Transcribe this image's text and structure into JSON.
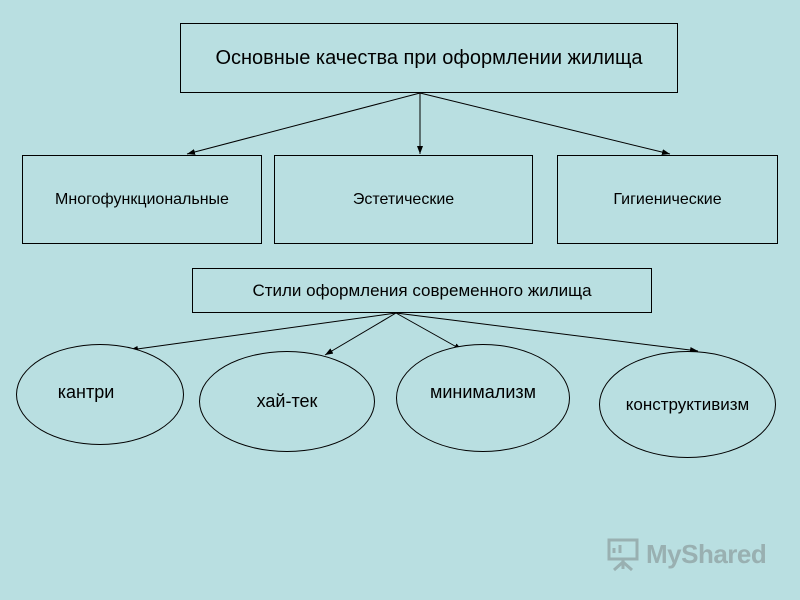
{
  "diagram": {
    "title": "Основные качества при оформлении жилища",
    "qualities": [
      "Многофункциональные",
      "Эстетические",
      "Гигиенические"
    ],
    "styles_title": "Стили оформления современного жилища",
    "styles": [
      "кантри",
      "хай-тек",
      "минимализм",
      "конструктивизм"
    ]
  },
  "watermark": {
    "text": "MyShared"
  },
  "colors": {
    "background": "#b9dfe1",
    "line": "#000000"
  }
}
